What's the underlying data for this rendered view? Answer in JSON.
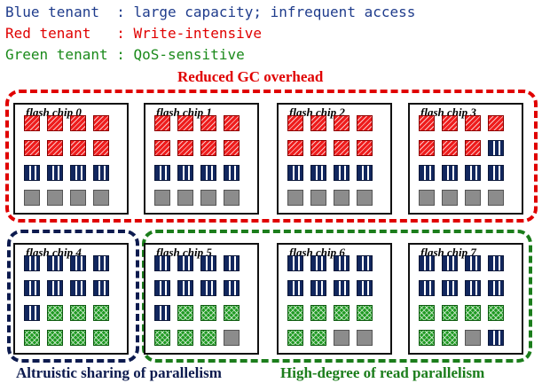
{
  "legend": [
    {
      "text": "Blue tenant  : large capacity; infrequent access",
      "color": "#1f3c8c"
    },
    {
      "text": "Red tenant   : Write-intensive",
      "color": "#e00000"
    },
    {
      "text": "Green tenant : QoS-sensitive",
      "color": "#1b8a1b"
    }
  ],
  "labels": {
    "red_group": "Reduced GC overhead",
    "blue_group": "Altruistic sharing of parallelism",
    "green_group": "High-degree of read parallelism"
  },
  "colors": {
    "red": "#e00000",
    "blue": "#0d1b4f",
    "green": "#1b7d1b"
  },
  "chips": [
    {
      "title": "flash chip 0",
      "rows": [
        [
          "R",
          "R",
          "R",
          "R"
        ],
        [
          "R",
          "R",
          "R",
          "R"
        ],
        [
          "B",
          "B",
          "B",
          "B"
        ],
        [
          "G0",
          "G0",
          "G0",
          "G0"
        ]
      ]
    },
    {
      "title": "flash chip 1",
      "rows": [
        [
          "R",
          "R",
          "R",
          "R"
        ],
        [
          "R",
          "R",
          "R",
          "R"
        ],
        [
          "B",
          "B",
          "B",
          "B"
        ],
        [
          "G0",
          "G0",
          "G0",
          "G0"
        ]
      ]
    },
    {
      "title": "flash chip 2",
      "rows": [
        [
          "R",
          "R",
          "R",
          "R"
        ],
        [
          "R",
          "R",
          "R",
          "R"
        ],
        [
          "B",
          "B",
          "B",
          "B"
        ],
        [
          "G0",
          "G0",
          "G0",
          "G0"
        ]
      ]
    },
    {
      "title": "flash chip 3",
      "rows": [
        [
          "R",
          "R",
          "R",
          "R"
        ],
        [
          "R",
          "R",
          "R",
          "B"
        ],
        [
          "B",
          "B",
          "B",
          "B"
        ],
        [
          "G0",
          "G0",
          "G0",
          "G0"
        ]
      ]
    },
    {
      "title": "flash chip 4",
      "rows": [
        [
          "B",
          "B",
          "B",
          "B"
        ],
        [
          "B",
          "B",
          "B",
          "B"
        ],
        [
          "B",
          "Q",
          "Q",
          "Q"
        ],
        [
          "Q",
          "Q",
          "Q",
          "Q"
        ]
      ]
    },
    {
      "title": "flash chip 5",
      "rows": [
        [
          "B",
          "B",
          "B",
          "B"
        ],
        [
          "B",
          "B",
          "B",
          "B"
        ],
        [
          "B",
          "Q",
          "Q",
          "Q"
        ],
        [
          "Q",
          "Q",
          "Q",
          "G0"
        ]
      ]
    },
    {
      "title": "flash chip 6",
      "rows": [
        [
          "B",
          "B",
          "B",
          "B"
        ],
        [
          "B",
          "B",
          "B",
          "B"
        ],
        [
          "Q",
          "Q",
          "Q",
          "Q"
        ],
        [
          "Q",
          "Q",
          "G0",
          "G0"
        ]
      ]
    },
    {
      "title": "flash chip 7",
      "rows": [
        [
          "B",
          "B",
          "B",
          "B"
        ],
        [
          "B",
          "B",
          "B",
          "B"
        ],
        [
          "Q",
          "Q",
          "Q",
          "Q"
        ],
        [
          "Q",
          "Q",
          "G0",
          "B"
        ]
      ]
    }
  ],
  "block_legend": {
    "R": "red",
    "B": "blue",
    "Q": "green",
    "G0": "gray"
  }
}
